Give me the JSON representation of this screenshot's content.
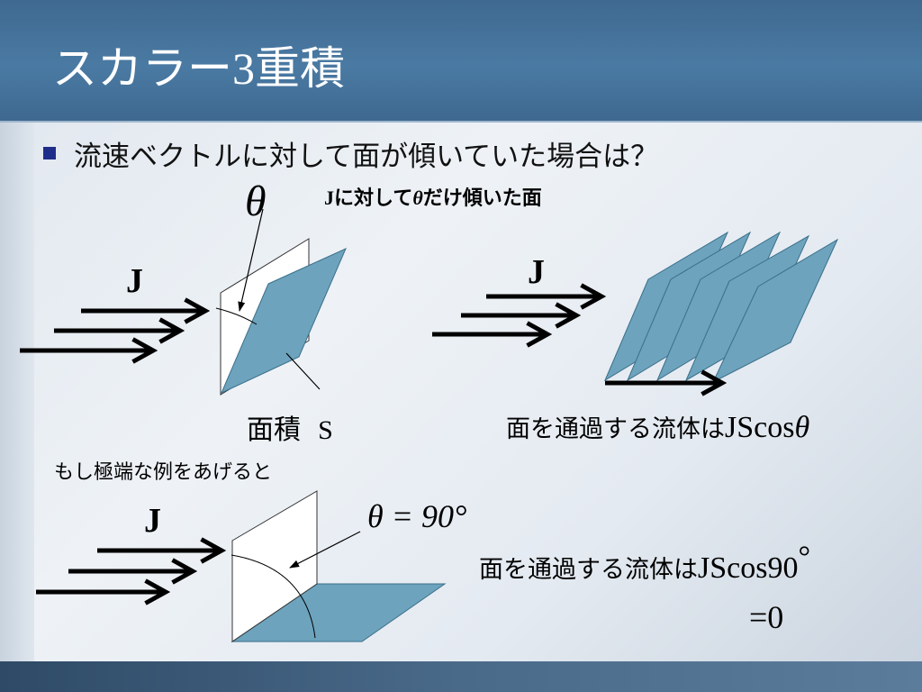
{
  "slide": {
    "title_main": "スカラー",
    "title_num": "3",
    "title_tail": "重積"
  },
  "bullet": {
    "text": "流速ベクトルに対して面が傾いていた場合は？"
  },
  "labels": {
    "theta": "θ",
    "tilted_caption_j": "J",
    "tilted_caption_rest": "に対して",
    "tilted_caption_theta": "θ",
    "tilted_caption_end": "だけ傾いた面",
    "j_left": "J",
    "j_right": "J",
    "j_bottom": "J",
    "area_label": "面積",
    "area_symbol": "S",
    "flux_prefix": "面を通過する流体は",
    "flux_formula": "JScos",
    "flux_theta": "θ",
    "extreme_example": "もし極端な例をあげると",
    "theta_90": "θ = 90°",
    "flux90_prefix": "面を通過する流体は",
    "flux90_formula": "JScos90",
    "flux90_degree": "°",
    "flux90_result": "=0"
  },
  "colors": {
    "title_band": "#4a7aa3",
    "plane_fill": "#6da3bd",
    "bullet": "#1f2d8a"
  }
}
